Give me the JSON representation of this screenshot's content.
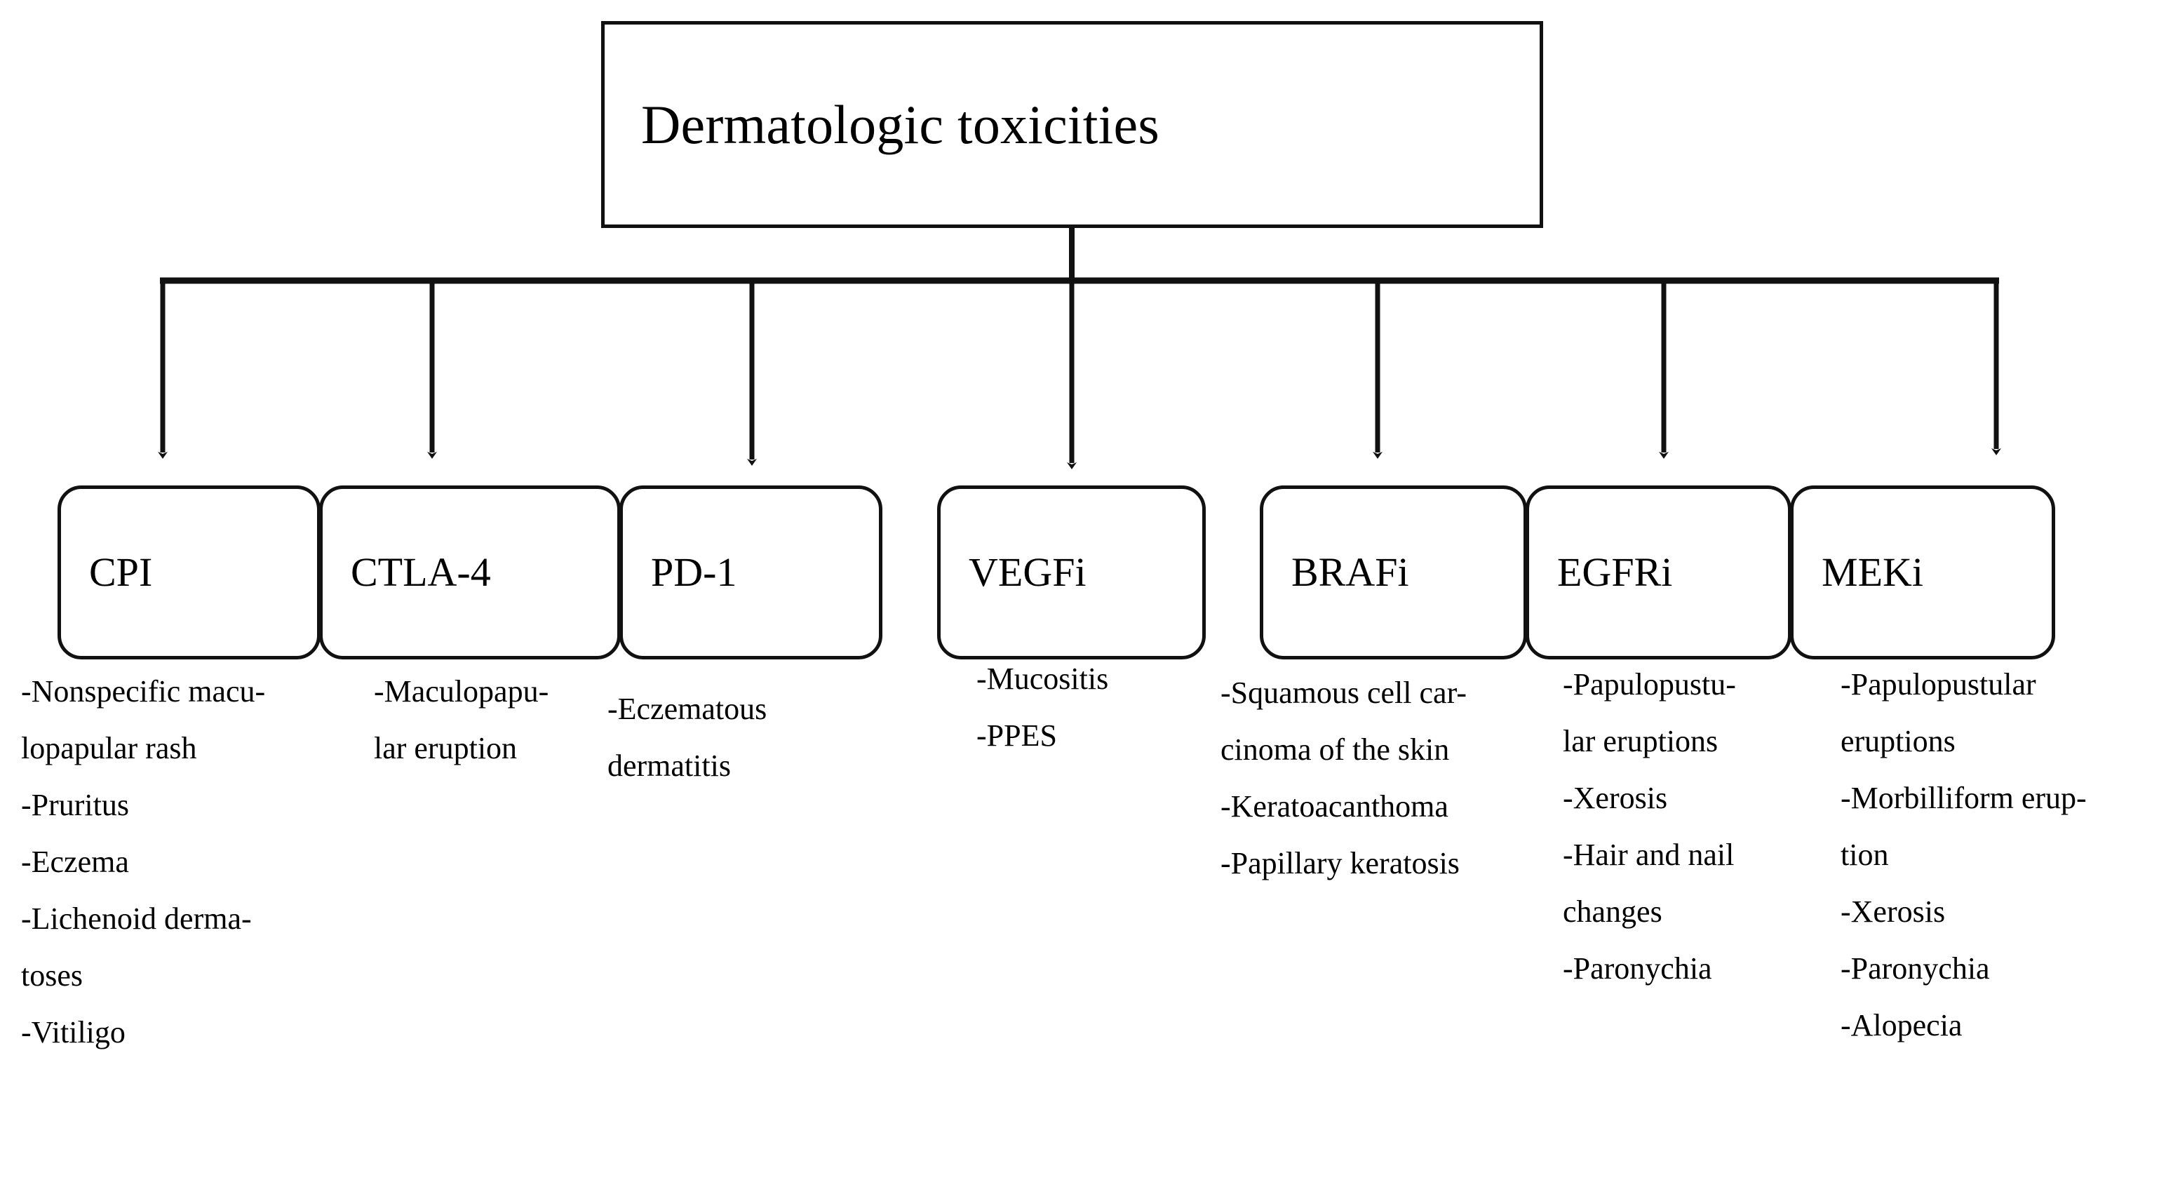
{
  "diagram": {
    "root": {
      "label": "Dermatologic toxicities"
    },
    "nodes": [
      {
        "id": "cpi",
        "label": "CPI"
      },
      {
        "id": "ctla4",
        "label": "CTLA-4"
      },
      {
        "id": "pd1",
        "label": "PD-1"
      },
      {
        "id": "vegfi",
        "label": "VEGFi"
      },
      {
        "id": "brafi",
        "label": "BRAFi"
      },
      {
        "id": "egfri",
        "label": "EGFRi"
      },
      {
        "id": "meki",
        "label": "MEKi"
      }
    ],
    "columns": [
      {
        "id": "cpi",
        "lines": [
          "-Nonspecific macu-",
          "lopapular rash",
          "-Pruritus",
          "-Eczema",
          "-Lichenoid derma-",
          "toses",
          "-Vitiligo"
        ]
      },
      {
        "id": "ctla4",
        "lines": [
          "-Maculopapu-",
          "lar eruption"
        ]
      },
      {
        "id": "pd1",
        "lines": [
          "-Eczematous",
          "dermatitis"
        ]
      },
      {
        "id": "vegfi",
        "lines": [
          "-Mucositis",
          "-PPES"
        ]
      },
      {
        "id": "brafi",
        "lines": [
          "-Squamous cell car-",
          "cinoma of the skin",
          "-Keratoacanthoma",
          "-Papillary keratosis"
        ]
      },
      {
        "id": "egfri",
        "lines": [
          "-Papulopustu-",
          "lar eruptions",
          "-Xerosis",
          "-Hair and nail",
          "changes",
          "-Paronychia"
        ]
      },
      {
        "id": "meki",
        "lines": [
          "-Papulopustular",
          "eruptions",
          "-Morbilliform erup-",
          "tion",
          "-Xerosis",
          "-Paronychia",
          "-Alopecia"
        ]
      }
    ],
    "colors": {
      "stroke": "#111111",
      "background": "#ffffff",
      "text": "#000000"
    }
  }
}
